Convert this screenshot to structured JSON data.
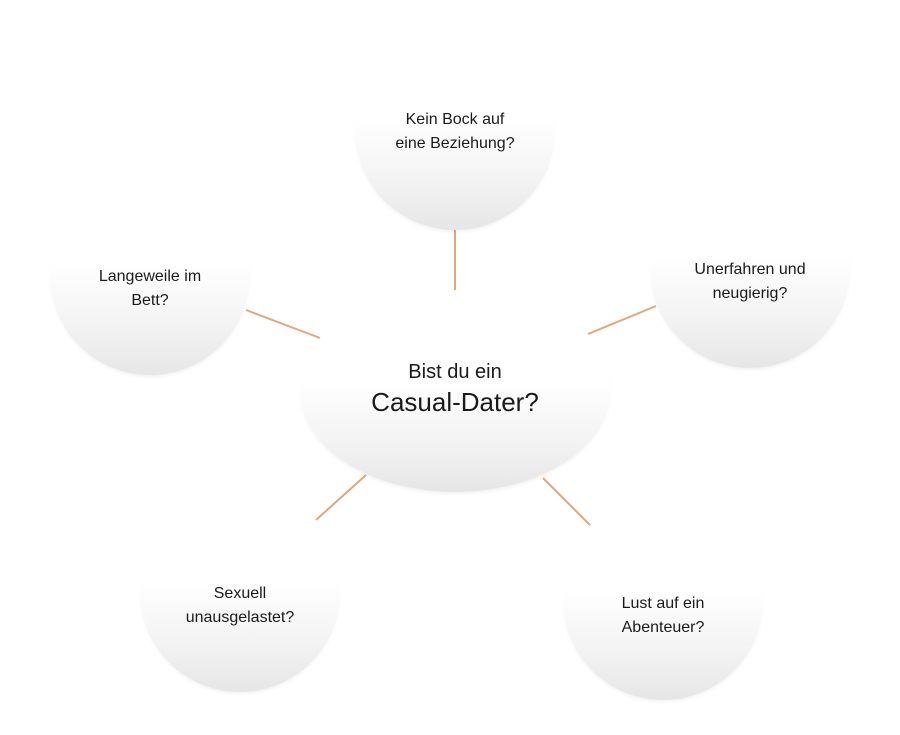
{
  "center": {
    "line1": "Bist du ein",
    "line2": "Casual-Dater?"
  },
  "nodes": [
    {
      "text": "Kein Bock auf eine Beziehung?"
    },
    {
      "text": "Unerfahren und neugierig?"
    },
    {
      "text": "Lust auf ein Abenteuer?"
    },
    {
      "text": "Sexuell unausgelastet?"
    },
    {
      "text": "Langeweile im Bett?"
    }
  ],
  "colors": {
    "connector": "#e2a77c",
    "node_shade": "#e6e6e6"
  }
}
